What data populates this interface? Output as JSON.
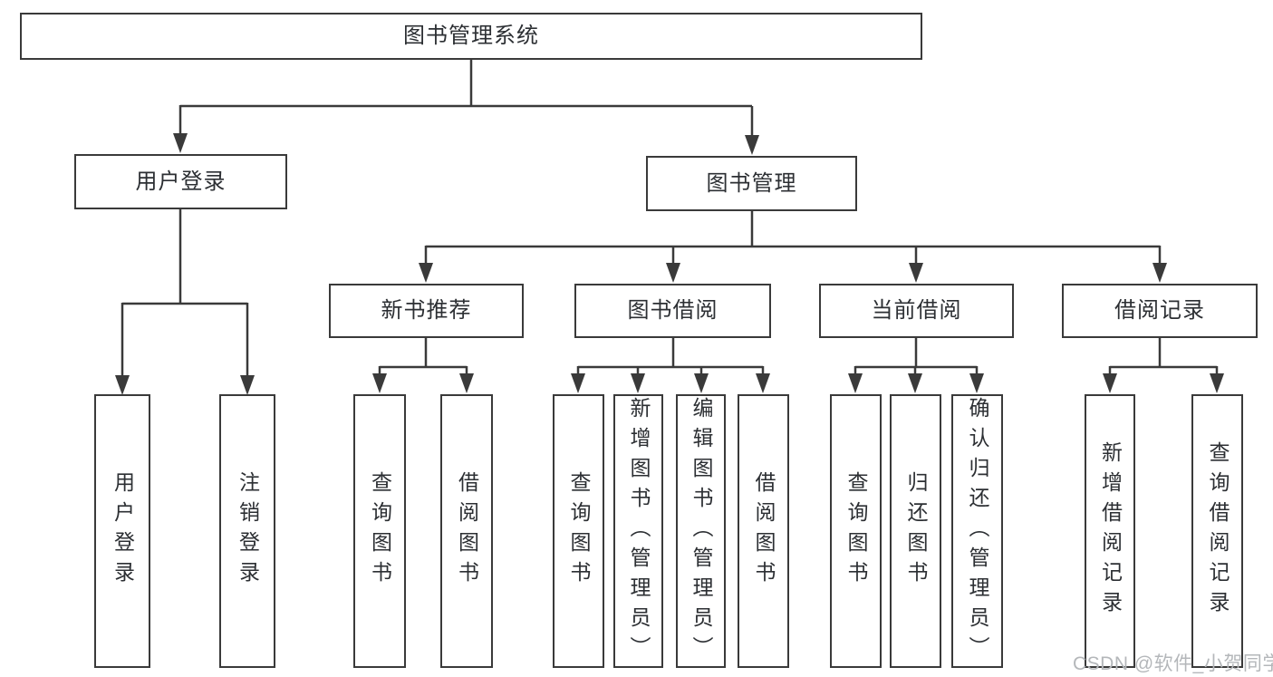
{
  "tree": {
    "root": {
      "label": "图书管理系统",
      "children": [
        {
          "label": "用户登录",
          "children": [
            {
              "label": "用户登录"
            },
            {
              "label": "注销登录"
            }
          ]
        },
        {
          "label": "图书管理",
          "children": [
            {
              "label": "新书推荐",
              "children": [
                {
                  "label": "查询图书"
                },
                {
                  "label": "借阅图书"
                }
              ]
            },
            {
              "label": "图书借阅",
              "children": [
                {
                  "label": "查询图书"
                },
                {
                  "label": "新增图书（管理员）"
                },
                {
                  "label": "编辑图书（管理员）"
                },
                {
                  "label": "借阅图书"
                }
              ]
            },
            {
              "label": "当前借阅",
              "children": [
                {
                  "label": "查询图书"
                },
                {
                  "label": "归还图书"
                },
                {
                  "label": "确认归还（管理员）"
                }
              ]
            },
            {
              "label": "借阅记录",
              "children": [
                {
                  "label": "新增借阅记录"
                },
                {
                  "label": "查询借阅记录"
                }
              ]
            }
          ]
        }
      ]
    }
  },
  "watermark": {
    "text": "CSDN @软件_小贺同学"
  },
  "colors": {
    "line": "#3a3a3a",
    "box_border": "#3a3a3a",
    "text": "#2c2f33",
    "watermark": "#b4b7ba",
    "background": "#ffffff"
  }
}
